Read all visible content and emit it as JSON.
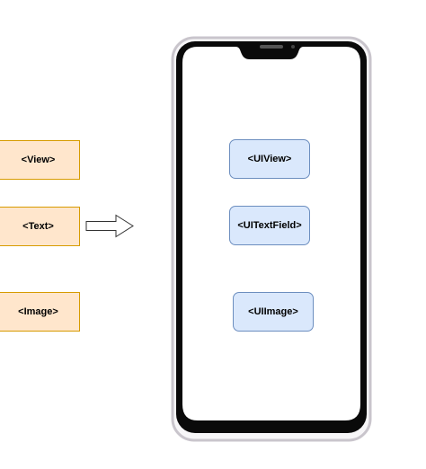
{
  "react_native_components": {
    "view": "<View>",
    "text": "<Text>",
    "image": "<Image>"
  },
  "ios_components": {
    "uiview": "<UIView>",
    "uitextfield": "<UITextField>",
    "uiimage": "<UIImage>"
  },
  "colors": {
    "rn_fill": "#ffe6cc",
    "rn_stroke": "#d79b00",
    "ios_fill": "#dae8fc",
    "ios_stroke": "#6c8ebf",
    "phone_frame": "#d6d2d8",
    "phone_bezel": "#000000"
  },
  "icons": {
    "arrow": "right-arrow-icon",
    "phone": "smartphone-icon"
  }
}
